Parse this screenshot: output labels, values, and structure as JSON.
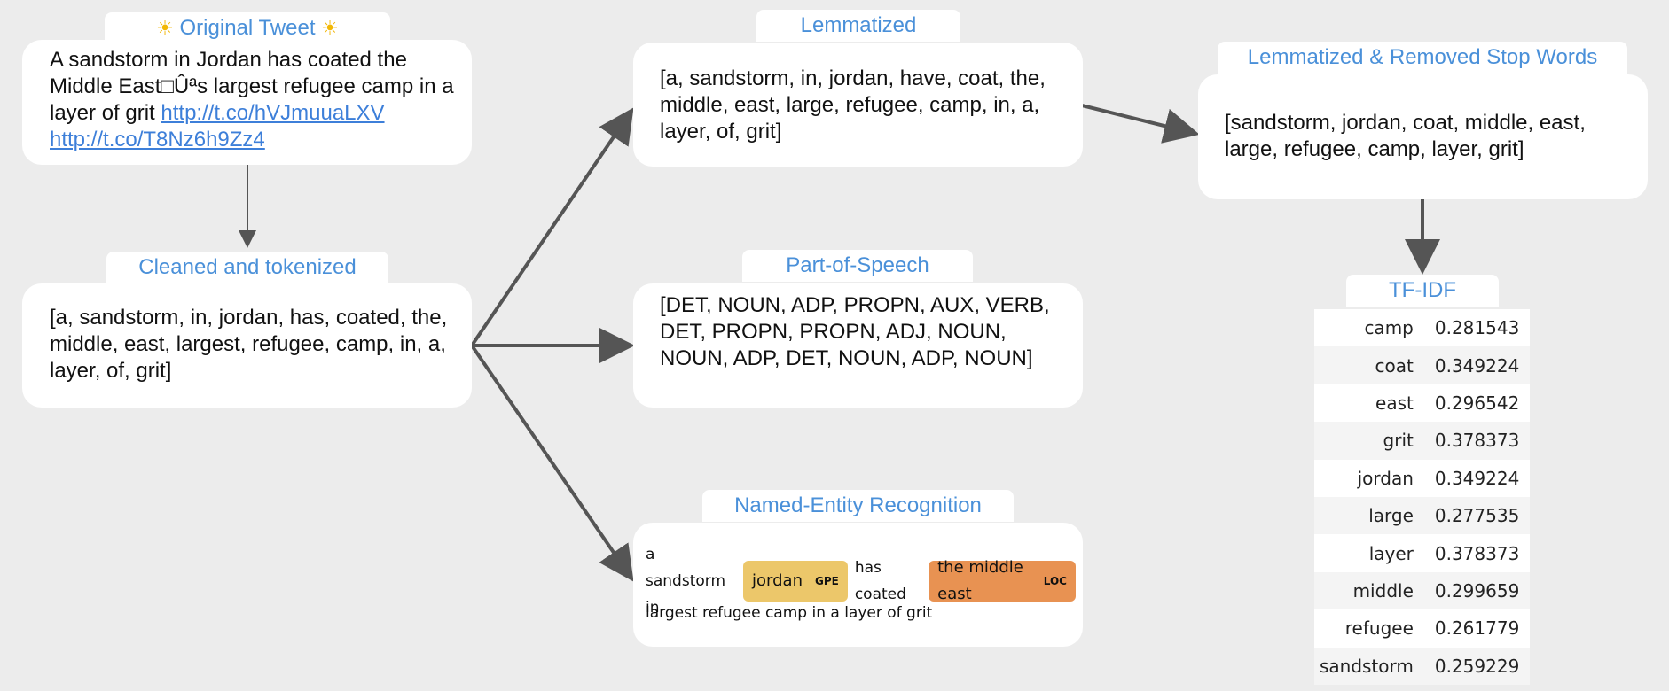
{
  "original": {
    "title": "Original Tweet",
    "text_before": "A sandstorm in Jordan has coated the Middle East□Ûªs largest refugee camp in a layer of grit",
    "link1": "http://t.co/hVJmuuaLXV",
    "link2": "http://t.co/T8Nz6h9Zz4",
    "icon": "sun-icon"
  },
  "cleaned": {
    "title": "Cleaned and tokenized",
    "text": "[a, sandstorm, in, jordan, has, coated, the, middle, east, largest, refugee, camp, in, a, layer, of, grit]"
  },
  "lemmatized": {
    "title": "Lemmatized",
    "text": "[a, sandstorm, in, jordan, have, coat, the, middle, east, large, refugee, camp, in, a, layer, of, grit]"
  },
  "pos": {
    "title": "Part-of-Speech",
    "text": "[DET, NOUN, ADP, PROPN, AUX, VERB, DET, PROPN, PROPN, ADJ, NOUN, NOUN, ADP, DET, NOUN, ADP, NOUN]"
  },
  "ner": {
    "title": "Named-Entity Recognition",
    "t1": "a sandstorm in",
    "e1": {
      "text": "jordan",
      "label": "GPE",
      "color": "#ecc76a"
    },
    "t2": "has coated",
    "e2": {
      "text": "the middle east",
      "label": "LOC",
      "color": "#e89252"
    },
    "t3": "largest refugee camp in a layer of grit"
  },
  "stop": {
    "title": "Lemmatized & Removed Stop Words",
    "text": "[sandstorm, jordan, coat, middle, east, large, refugee, camp, layer, grit]"
  },
  "tfidf": {
    "title": "TF-IDF",
    "rows": [
      {
        "term": "camp",
        "score": "0.281543"
      },
      {
        "term": "coat",
        "score": "0.349224"
      },
      {
        "term": "east",
        "score": "0.296542"
      },
      {
        "term": "grit",
        "score": "0.378373"
      },
      {
        "term": "jordan",
        "score": "0.349224"
      },
      {
        "term": "large",
        "score": "0.277535"
      },
      {
        "term": "layer",
        "score": "0.378373"
      },
      {
        "term": "middle",
        "score": "0.299659"
      },
      {
        "term": "refugee",
        "score": "0.261779"
      },
      {
        "term": "sandstorm",
        "score": "0.259229"
      }
    ]
  },
  "colors": {
    "title": "#4a90d9",
    "arrow": "#555555",
    "background": "#ececec"
  }
}
